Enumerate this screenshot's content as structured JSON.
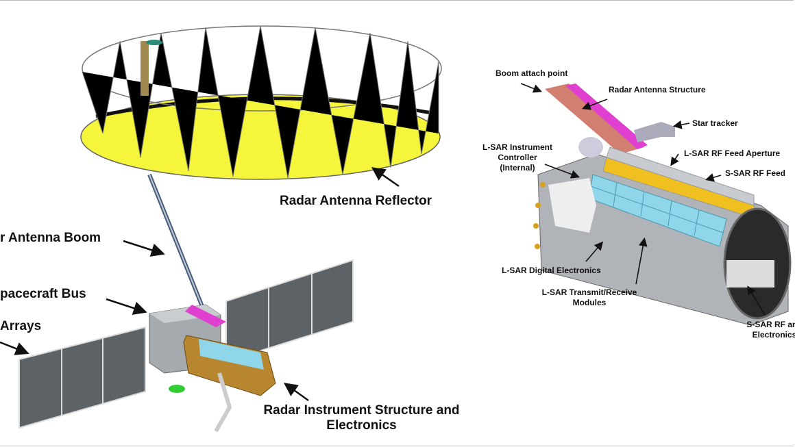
{
  "left_diagram": {
    "reflector_label": "Radar Antenna Reflector",
    "boom_label": "r Antenna Boom",
    "bus_label": "pacecraft Bus",
    "arrays_label": "Arrays",
    "instrument_label_line1": "Radar Instrument Structure and",
    "instrument_label_line2": "Electronics"
  },
  "right_diagram": {
    "boom_attach": "Boom attach point",
    "antenna_structure": "Radar Antenna Structure",
    "star_tracker": "Star tracker",
    "controller_line1": "L-SAR Instrument",
    "controller_line2": "Controller",
    "controller_line3": "(Internal)",
    "lsar_feed": "L-SAR RF Feed Aperture",
    "ssar_feed": "S-SAR RF Feed",
    "digital_electronics": "L-SAR Digital Electronics",
    "trm_line1": "L-SAR Transmit/Receive",
    "trm_line2": "Modules",
    "ssar_rf_line1": "S-SAR RF and",
    "ssar_rf_line2": "Electronics"
  },
  "colors": {
    "reflector": "#f5f53c",
    "pink": "#e040d0",
    "module": "#8fd6ea",
    "panel": "#5c6266",
    "bronze": "#b8862f"
  }
}
